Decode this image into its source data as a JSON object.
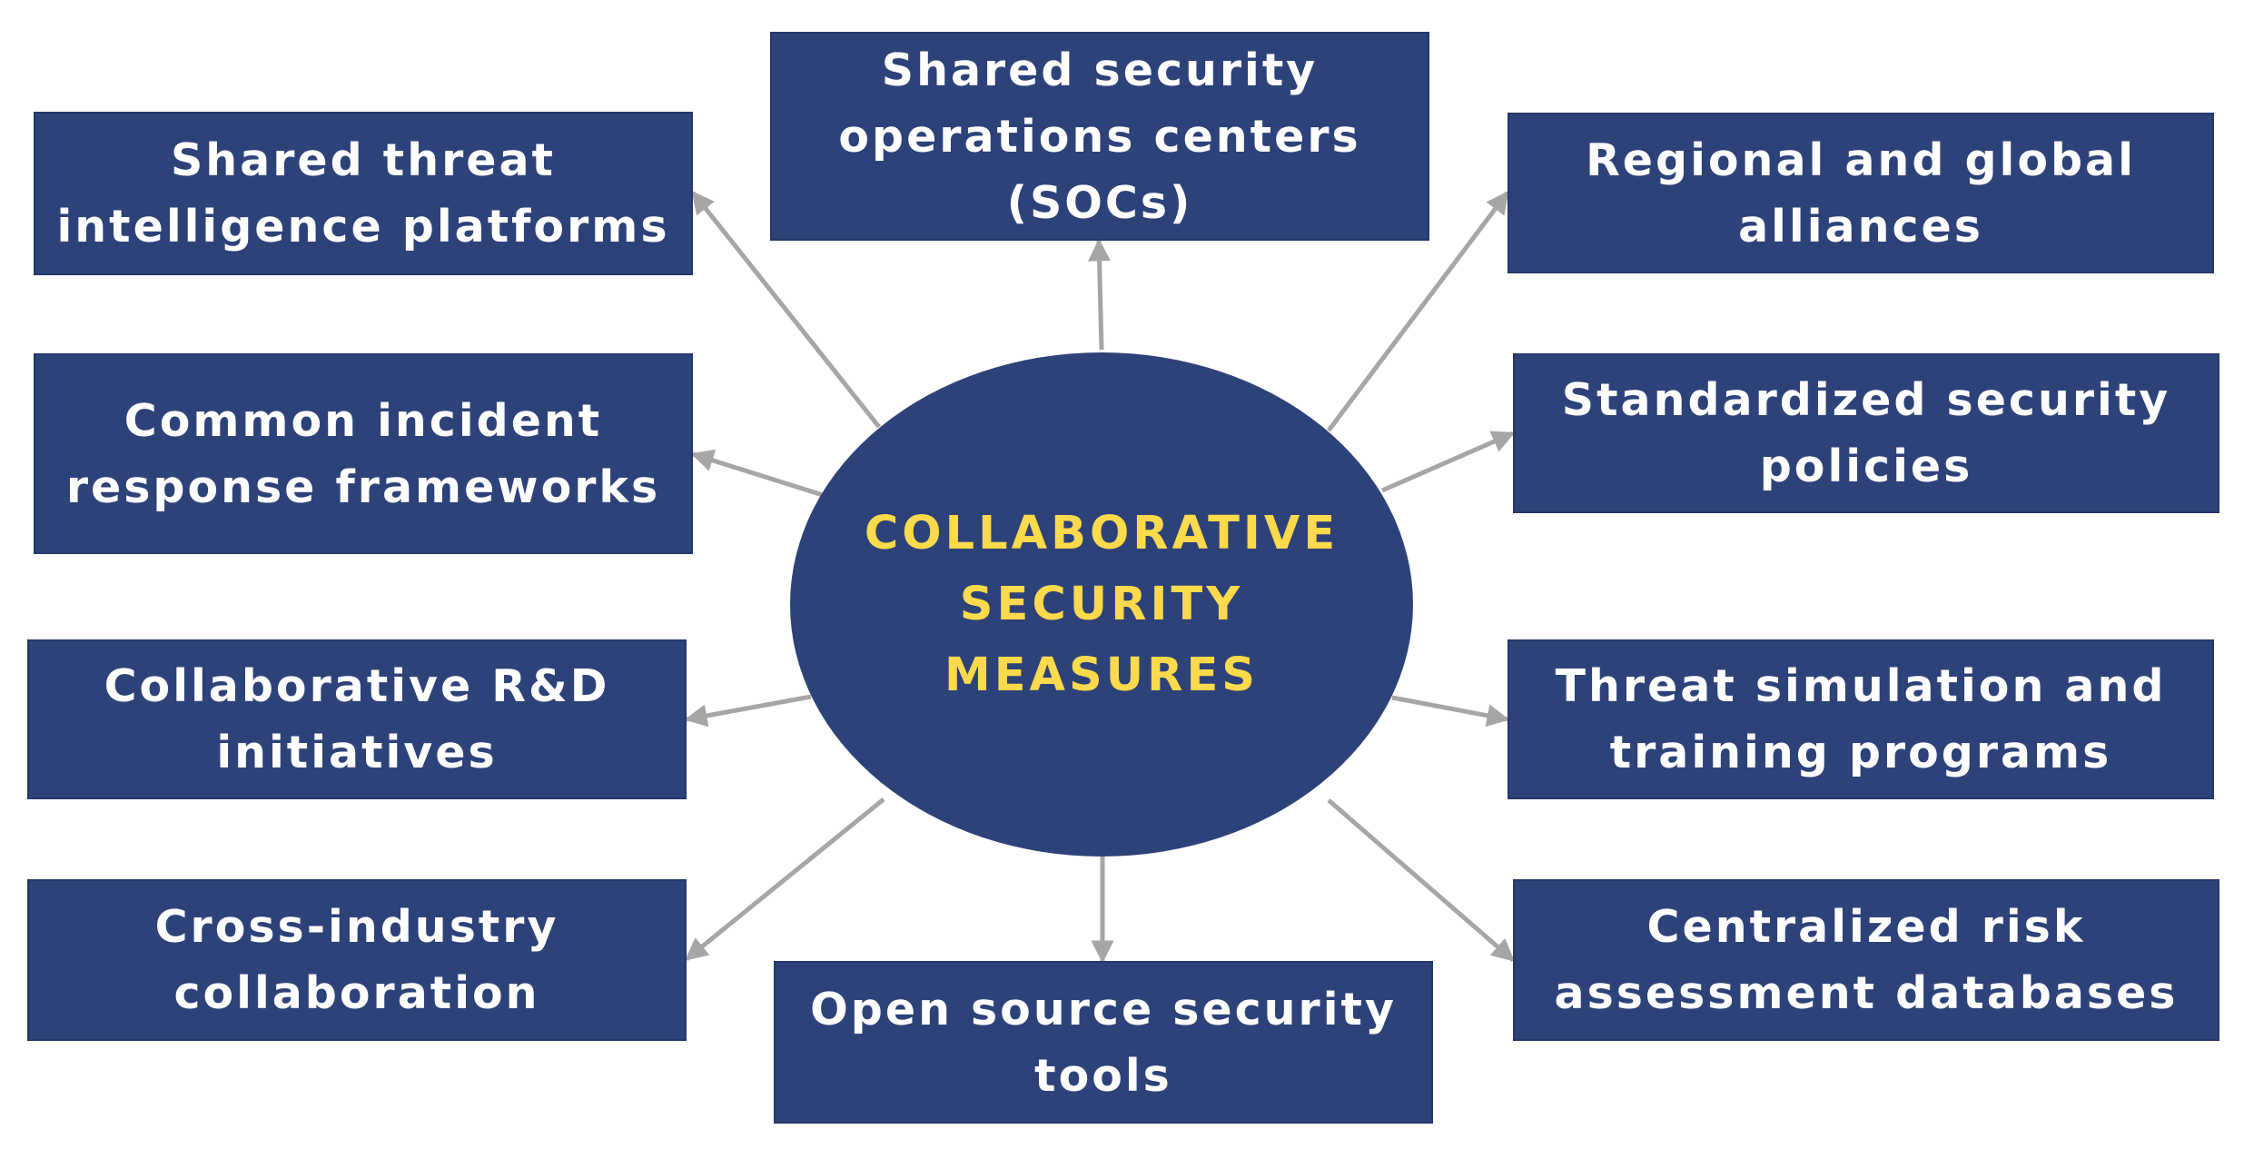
{
  "hub": {
    "label": "COLLABORATIVE\nSECURITY\nMEASURES"
  },
  "nodes": {
    "top_center": "Shared security\noperations centers\n(SOCs)",
    "left_1": "Shared threat\nintelligence platforms",
    "left_2": "Common incident\nresponse frameworks",
    "left_3": "Collaborative R&D\ninitiatives",
    "left_4": "Cross-industry\ncollaboration",
    "right_1": "Regional and global\nalliances",
    "right_2": "Standardized security\npolicies",
    "right_3": "Threat simulation and\ntraining programs",
    "right_4": "Centralized risk\nassessment databases",
    "bottom_center": "Open source security\ntools"
  },
  "colors": {
    "box_fill": "#2d4279",
    "hub_text": "#fdd94c",
    "node_text": "#ffffff",
    "connector": "#a6a6a6"
  }
}
